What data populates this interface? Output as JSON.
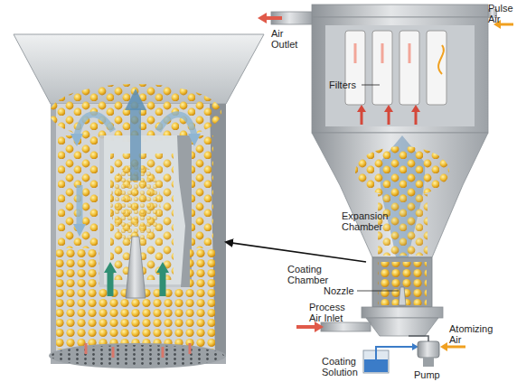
{
  "diagram": {
    "labels": [
      "Air Outlet",
      "Pulse Air",
      "Filters",
      "Expansion Chamber",
      "Coating Chamber",
      "Nozzle",
      "Process Air Inlet",
      "Atomizing Air",
      "Coating Solution",
      "Pump"
    ]
  }
}
